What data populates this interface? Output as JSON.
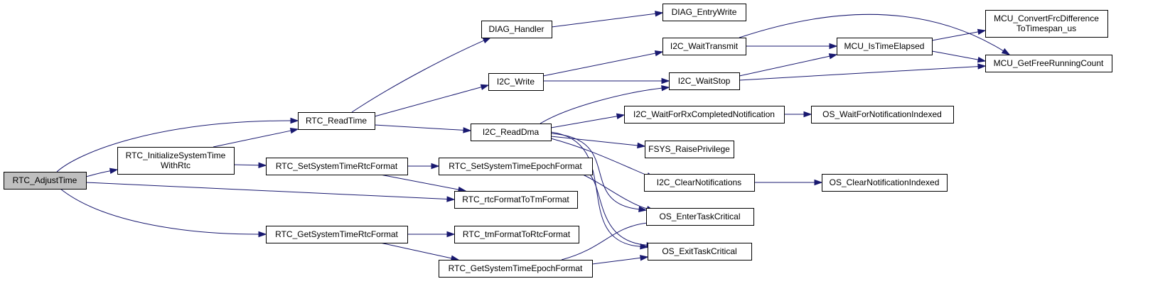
{
  "colors": {
    "edge": "#191970",
    "root_fill": "#bfbfbf",
    "node_fill": "#ffffff",
    "border": "#000000"
  },
  "nodes": [
    {
      "id": "adjust",
      "lines": [
        "RTC_AdjustTime"
      ],
      "root": true
    },
    {
      "id": "initsys",
      "lines": [
        "RTC_InitializeSystemTime",
        "WithRtc"
      ]
    },
    {
      "id": "readtime",
      "lines": [
        "RTC_ReadTime"
      ]
    },
    {
      "id": "setrtc",
      "lines": [
        "RTC_SetSystemTimeRtcFormat"
      ]
    },
    {
      "id": "getrtc",
      "lines": [
        "RTC_GetSystemTimeRtcFormat"
      ]
    },
    {
      "id": "diaghandler",
      "lines": [
        "DIAG_Handler"
      ]
    },
    {
      "id": "i2cwrite",
      "lines": [
        "I2C_Write"
      ]
    },
    {
      "id": "i2creaddma",
      "lines": [
        "I2C_ReadDma"
      ]
    },
    {
      "id": "setepoch",
      "lines": [
        "RTC_SetSystemTimeEpochFormat"
      ]
    },
    {
      "id": "rtcfmt2tm",
      "lines": [
        "RTC_rtcFormatToTmFormat"
      ]
    },
    {
      "id": "tmfmt2rtc",
      "lines": [
        "RTC_tmFormatToRtcFormat"
      ]
    },
    {
      "id": "getepoch",
      "lines": [
        "RTC_GetSystemTimeEpochFormat"
      ]
    },
    {
      "id": "diagentry",
      "lines": [
        "DIAG_EntryWrite"
      ]
    },
    {
      "id": "waittx",
      "lines": [
        "I2C_WaitTransmit"
      ]
    },
    {
      "id": "waitstop",
      "lines": [
        "I2C_WaitStop"
      ]
    },
    {
      "id": "waitrx",
      "lines": [
        "I2C_WaitForRxCompletedNotification"
      ]
    },
    {
      "id": "raisepriv",
      "lines": [
        "FSYS_RaisePrivilege"
      ]
    },
    {
      "id": "clearnotif",
      "lines": [
        "I2C_ClearNotifications"
      ]
    },
    {
      "id": "entercrit",
      "lines": [
        "OS_EnterTaskCritical"
      ]
    },
    {
      "id": "exitcrit",
      "lines": [
        "OS_ExitTaskCritical"
      ]
    },
    {
      "id": "istimeelapsed",
      "lines": [
        "MCU_IsTimeElapsed"
      ]
    },
    {
      "id": "osnotifwait",
      "lines": [
        "OS_WaitForNotificationIndexed"
      ]
    },
    {
      "id": "osclearnotif",
      "lines": [
        "OS_ClearNotificationIndexed"
      ]
    },
    {
      "id": "convertfrc",
      "lines": [
        "MCU_ConvertFrcDifference",
        "ToTimespan_us"
      ]
    },
    {
      "id": "freerun",
      "lines": [
        "MCU_GetFreeRunningCount"
      ]
    }
  ],
  "edges": [
    {
      "from": "adjust",
      "to": "readtime"
    },
    {
      "from": "adjust",
      "to": "initsys"
    },
    {
      "from": "adjust",
      "to": "rtcfmt2tm"
    },
    {
      "from": "adjust",
      "to": "getrtc"
    },
    {
      "from": "initsys",
      "to": "readtime"
    },
    {
      "from": "initsys",
      "to": "setrtc"
    },
    {
      "from": "readtime",
      "to": "diaghandler"
    },
    {
      "from": "readtime",
      "to": "i2cwrite"
    },
    {
      "from": "readtime",
      "to": "i2creaddma"
    },
    {
      "from": "setrtc",
      "to": "setepoch"
    },
    {
      "from": "setrtc",
      "to": "rtcfmt2tm"
    },
    {
      "from": "getrtc",
      "to": "tmfmt2rtc"
    },
    {
      "from": "getrtc",
      "to": "getepoch"
    },
    {
      "from": "diaghandler",
      "to": "diagentry"
    },
    {
      "from": "i2cwrite",
      "to": "waittx"
    },
    {
      "from": "i2cwrite",
      "to": "waitstop"
    },
    {
      "from": "i2creaddma",
      "to": "waitstop"
    },
    {
      "from": "i2creaddma",
      "to": "waitrx"
    },
    {
      "from": "i2creaddma",
      "to": "raisepriv"
    },
    {
      "from": "i2creaddma",
      "to": "clearnotif"
    },
    {
      "from": "i2creaddma",
      "to": "entercrit"
    },
    {
      "from": "i2creaddma",
      "to": "exitcrit"
    },
    {
      "from": "setepoch",
      "to": "entercrit"
    },
    {
      "from": "setepoch",
      "to": "exitcrit"
    },
    {
      "from": "getepoch",
      "to": "entercrit"
    },
    {
      "from": "getepoch",
      "to": "exitcrit"
    },
    {
      "from": "waittx",
      "to": "istimeelapsed"
    },
    {
      "from": "waittx",
      "to": "freerun"
    },
    {
      "from": "waitstop",
      "to": "istimeelapsed"
    },
    {
      "from": "waitstop",
      "to": "freerun"
    },
    {
      "from": "waitrx",
      "to": "osnotifwait"
    },
    {
      "from": "clearnotif",
      "to": "osclearnotif"
    },
    {
      "from": "istimeelapsed",
      "to": "convertfrc"
    },
    {
      "from": "istimeelapsed",
      "to": "freerun"
    }
  ]
}
